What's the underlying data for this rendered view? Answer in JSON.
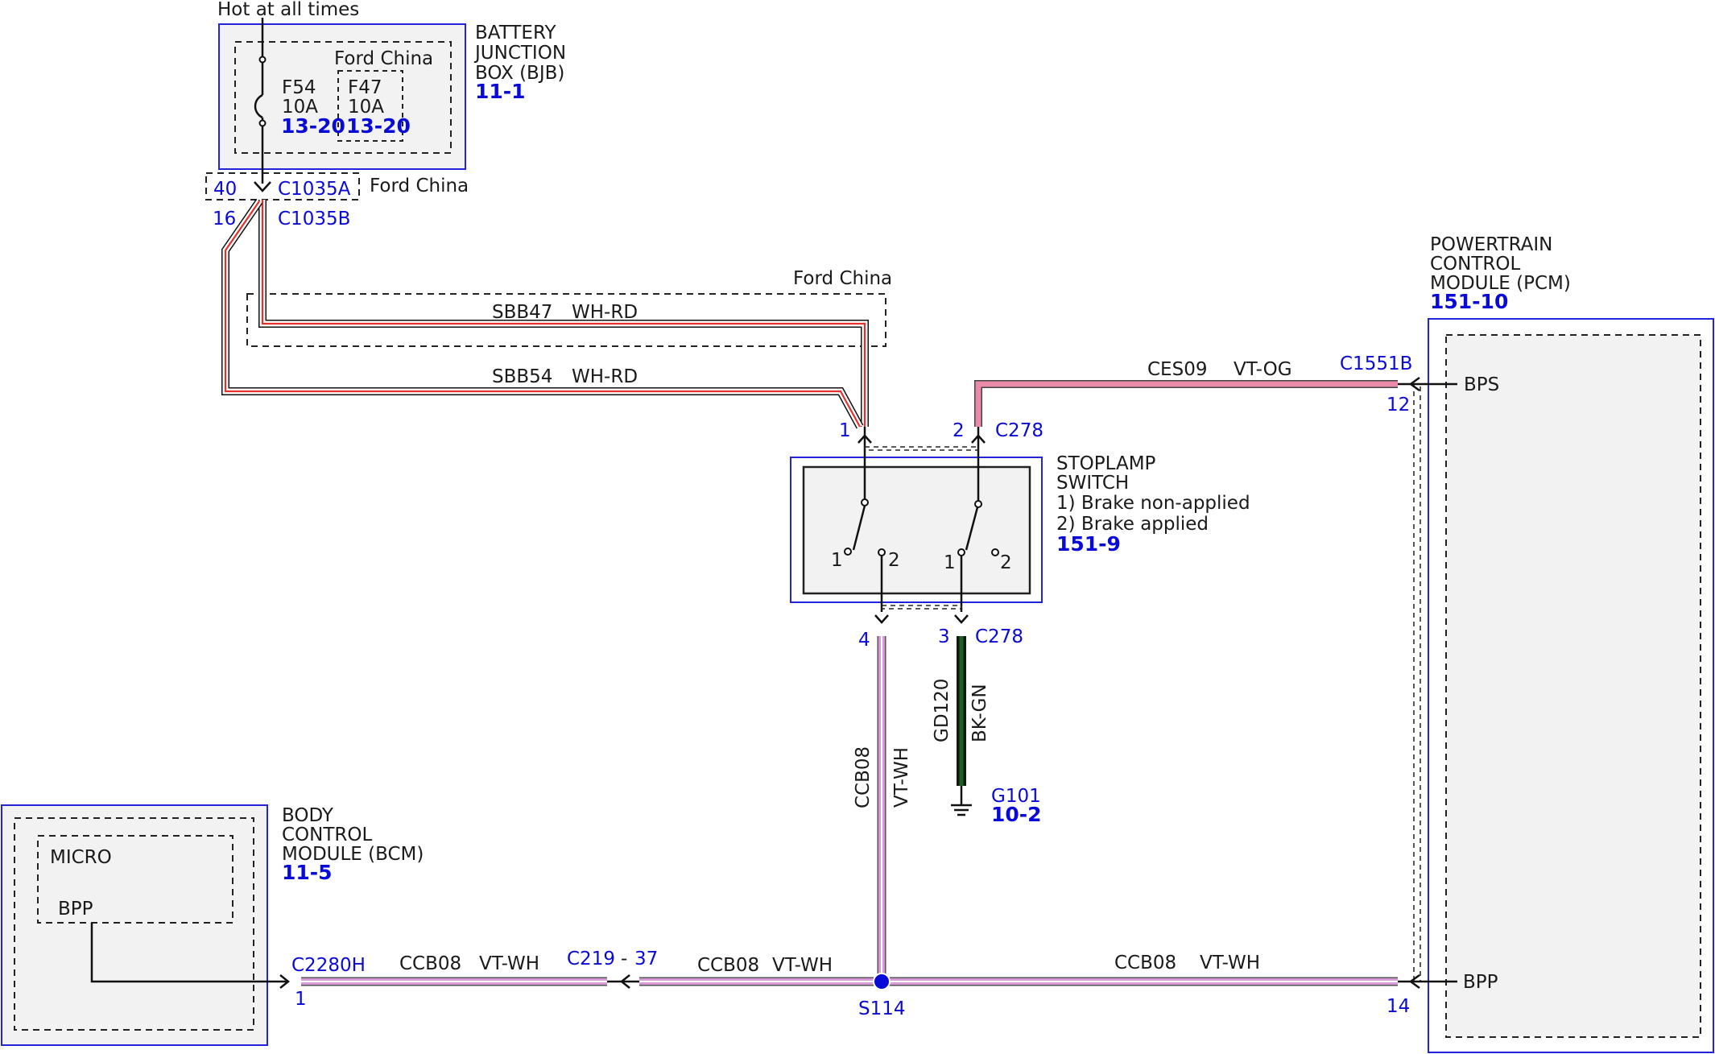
{
  "supply": {
    "label": "Hot at all times"
  },
  "bjb": {
    "title": [
      "BATTERY",
      "JUNCTION",
      "BOX (BJB)"
    ],
    "ref": "11-1",
    "group_label": "Ford China",
    "fuse_f54": {
      "name": "F54",
      "rating": "10A",
      "ref": "13-20"
    },
    "fuse_f47": {
      "name": "F47",
      "rating": "10A",
      "ref": "13-20"
    }
  },
  "c1035": {
    "pin_a": "40",
    "name_a": "C1035A",
    "region": "Ford China",
    "pin_b": "16",
    "name_b": "C1035B"
  },
  "wires": {
    "sbb47": {
      "circuit": "SBB47",
      "color": "WH-RD"
    },
    "sbb54": {
      "circuit": "SBB54",
      "color": "WH-RD"
    },
    "ces09": {
      "circuit": "CES09",
      "color": "VT-OG"
    },
    "ccb08_vertical": {
      "circuit": "CCB08",
      "color": "VT-WH"
    },
    "gd120": {
      "circuit": "GD120",
      "color": "BK-GN"
    },
    "ccb08_bcm": {
      "circuit": "CCB08",
      "color": "VT-WH"
    },
    "ccb08_mid": {
      "circuit": "CCB08",
      "color": "VT-WH"
    },
    "ccb08_pcm": {
      "circuit": "CCB08",
      "color": "VT-WH"
    }
  },
  "ford_china_region": {
    "label": "Ford China"
  },
  "stoplamp": {
    "title": [
      "STOPLAMP",
      "SWITCH"
    ],
    "states": [
      "1) Brake non-applied",
      "2) Brake applied"
    ],
    "ref": "151-9",
    "connector": "C278",
    "pins_top": [
      "1",
      "2"
    ],
    "pins_bottom": [
      "4",
      "3"
    ],
    "left_contacts": [
      "1",
      "2"
    ],
    "right_contacts": [
      "1",
      "2"
    ]
  },
  "pcm": {
    "title": [
      "POWERTRAIN",
      "CONTROL",
      "MODULE (PCM)"
    ],
    "ref": "151-10",
    "connector": "C1551B",
    "bps_pin": "12",
    "bps_label": "BPS",
    "bpp_pin": "14",
    "bpp_label": "BPP"
  },
  "ground": {
    "name": "G101",
    "ref": "10-2"
  },
  "bcm": {
    "title": [
      "BODY",
      "CONTROL",
      "MODULE (BCM)"
    ],
    "ref": "11-5",
    "micro_label": "MICRO",
    "bpp_label": "BPP",
    "connector": "C2280H",
    "pin": "1"
  },
  "inline": {
    "name": "C219",
    "separator": "-",
    "pin": "37"
  },
  "splice": {
    "name": "S114"
  },
  "colors": {
    "box_border": "#2323d8",
    "ref_text": "#0a0ad6",
    "fill_gray": "#f2f2f2",
    "wire_violet": "#d99ad9",
    "wire_pink": "#e88aa8",
    "wire_red": "#e8302a",
    "wire_ground": "#1f5e27"
  }
}
